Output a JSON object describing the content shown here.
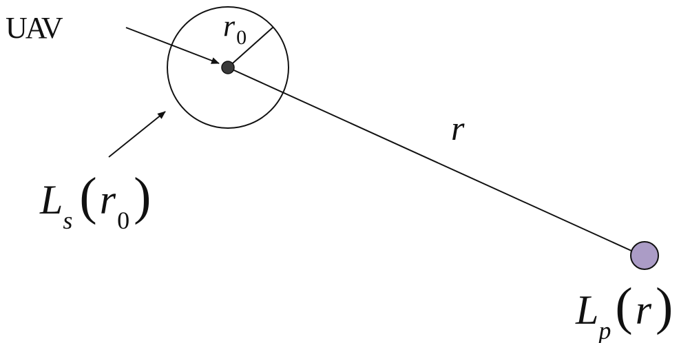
{
  "labels": {
    "uav": "UAV",
    "source_radius": {
      "symbol": "r",
      "subscript": "0"
    },
    "distance": "r",
    "source_level": {
      "symbol": "L",
      "subscript": "s",
      "argument": "r",
      "argument_subscript": "0"
    },
    "received_level": {
      "symbol": "L",
      "subscript": "p",
      "argument": "r"
    }
  },
  "colors": {
    "stroke": "#111111",
    "source_dot": "#3a3a3a",
    "receiver_fill": "#ab9cc6",
    "receiver_stroke": "#111111",
    "background": "#ffffff"
  }
}
